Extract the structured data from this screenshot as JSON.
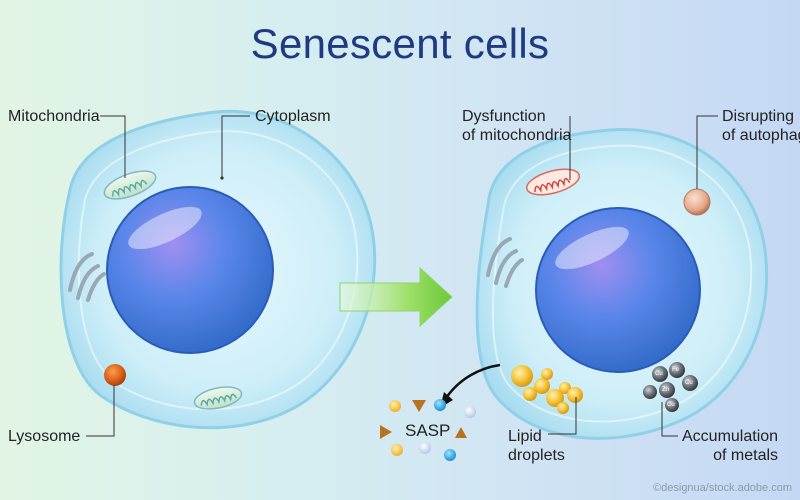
{
  "title": "Senescent cells",
  "labels": {
    "mitochondria": "Mitochondria",
    "cytoplasm": "Cytoplasm",
    "lysosome": "Lysosome",
    "dysfunction_line1": "Dysfunction",
    "dysfunction_line2": "of mitochondria",
    "disrupting_line1": "Disrupting",
    "disrupting_line2": "of autophagy",
    "sasp": "SASP",
    "lipid_line1": "Lipid",
    "lipid_line2": "droplets",
    "accumulation_line1": "Accumulation",
    "accumulation_line2": "of metals"
  },
  "metal_symbols": [
    "Cu",
    "Fe",
    "Cu",
    "Zn",
    "Cu"
  ],
  "credit": "©designua/stock.adobe.com",
  "colors": {
    "title": "#1e3a80",
    "nucleus": "#4f7fe0",
    "cytoplasm": "#cfeef8",
    "arrow": "#7fd34a",
    "lysosome": "#e0621a",
    "lipid": "#f5c236"
  }
}
